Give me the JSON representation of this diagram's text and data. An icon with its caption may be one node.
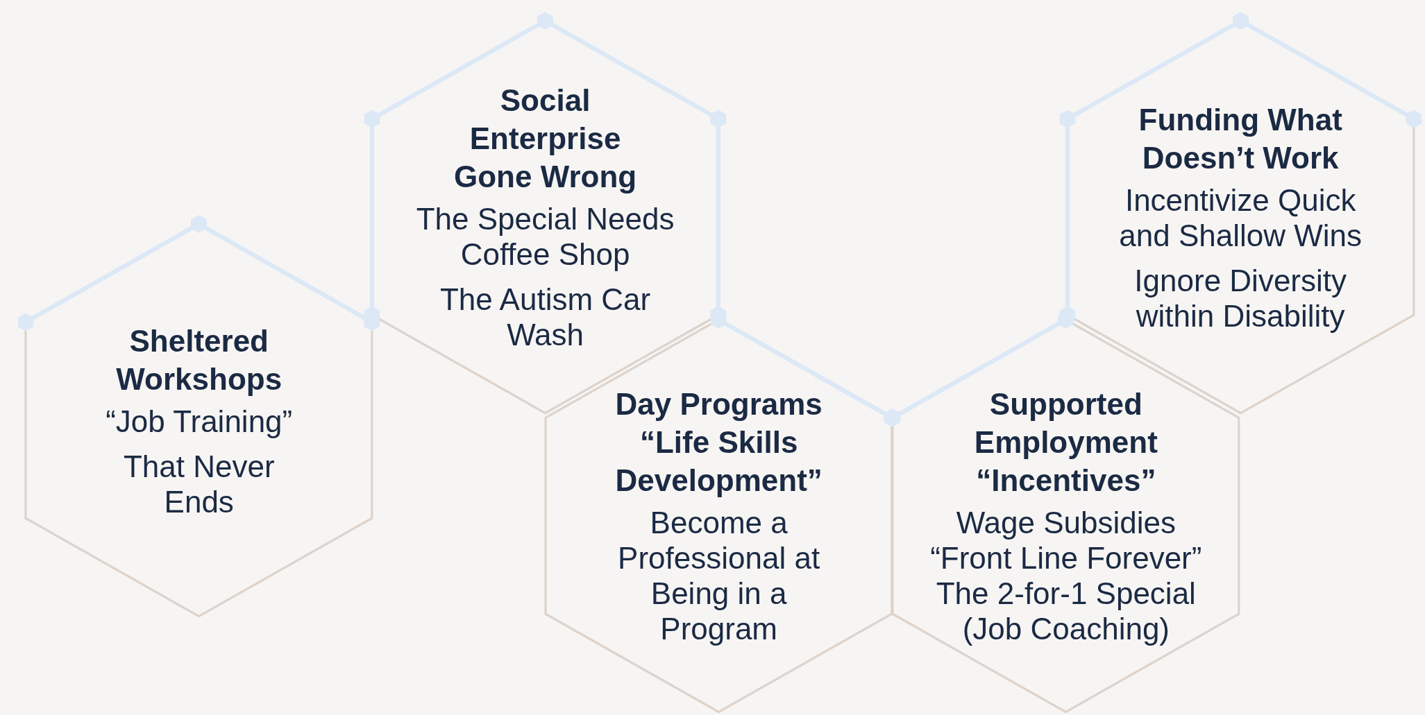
{
  "diagram": {
    "nodes": [
      {
        "text": [
          "Sheltered Workshops",
          "“Job Training”",
          "That Never Ends"
        ]
      },
      {
        "text": [
          "Social Enterprise Gone Wrong",
          "The Special Needs Coffee Shop",
          "The Autism Car Wash"
        ]
      },
      {
        "text": [
          "Day Programs “Life Skills Development”",
          "Become a Professional at Being in a Program"
        ]
      },
      {
        "text": [
          "Supported Employment “Incentives”",
          "Wage Subsidies",
          "“Front Line Forever”",
          "The 2-for-1 Special (Job Coaching)"
        ]
      },
      {
        "text": [
          "Funding What Doesn’t Work",
          "Incentivize Quick and Shallow Wins",
          "Ignore Diversity within Disability"
        ]
      }
    ]
  }
}
